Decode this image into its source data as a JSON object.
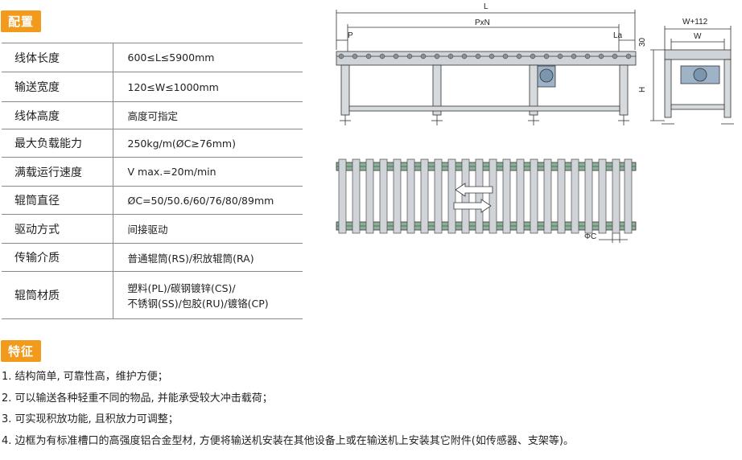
{
  "config": {
    "section_title": "配置",
    "rows": [
      {
        "label": "线体长度",
        "value": "600≤L≤5900mm"
      },
      {
        "label": "输送宽度",
        "value": "120≤W≤1000mm"
      },
      {
        "label": "线体高度",
        "value": "高度可指定"
      },
      {
        "label": "最大负载能力",
        "value": "250kg/m(ØC≥76mm)"
      },
      {
        "label": "满载运行速度",
        "value": "V max.=20m/min"
      },
      {
        "label": "辊筒直径",
        "value": "ØC=50/50.6/60/76/80/89mm"
      },
      {
        "label": "驱动方式",
        "value": "间接驱动"
      },
      {
        "label": "传输介质",
        "value": "普通辊筒(RS)/积放辊筒(RA)"
      },
      {
        "label": "辊筒材质",
        "value_line1": "塑料(PL)/碳钢镀锌(CS)/",
        "value_line2": "不锈钢(SS)/包胶(RU)/镀铬(CP)"
      }
    ]
  },
  "features": {
    "section_title": "特征",
    "items": [
      "1. 结构简单, 可靠性高，维护方便；",
      "2. 可以输送各种轻重不同的物品, 并能承受较大冲击载荷；",
      "3. 可实现积放功能, 且积放力可调整；",
      "4. 边框为有标准槽口的高强度铝合金型材, 方便将输送机安装在其他设备上或在输送机上安装其它附件(如传感器、支架等)。"
    ]
  },
  "drawing": {
    "label_L": "L",
    "label_PxN": "PxN",
    "label_P": "P",
    "label_La": "La",
    "label_30": "30",
    "label_H": "H",
    "label_W112": "W+112",
    "label_W": "W",
    "label_PhiC": "ΦC"
  }
}
